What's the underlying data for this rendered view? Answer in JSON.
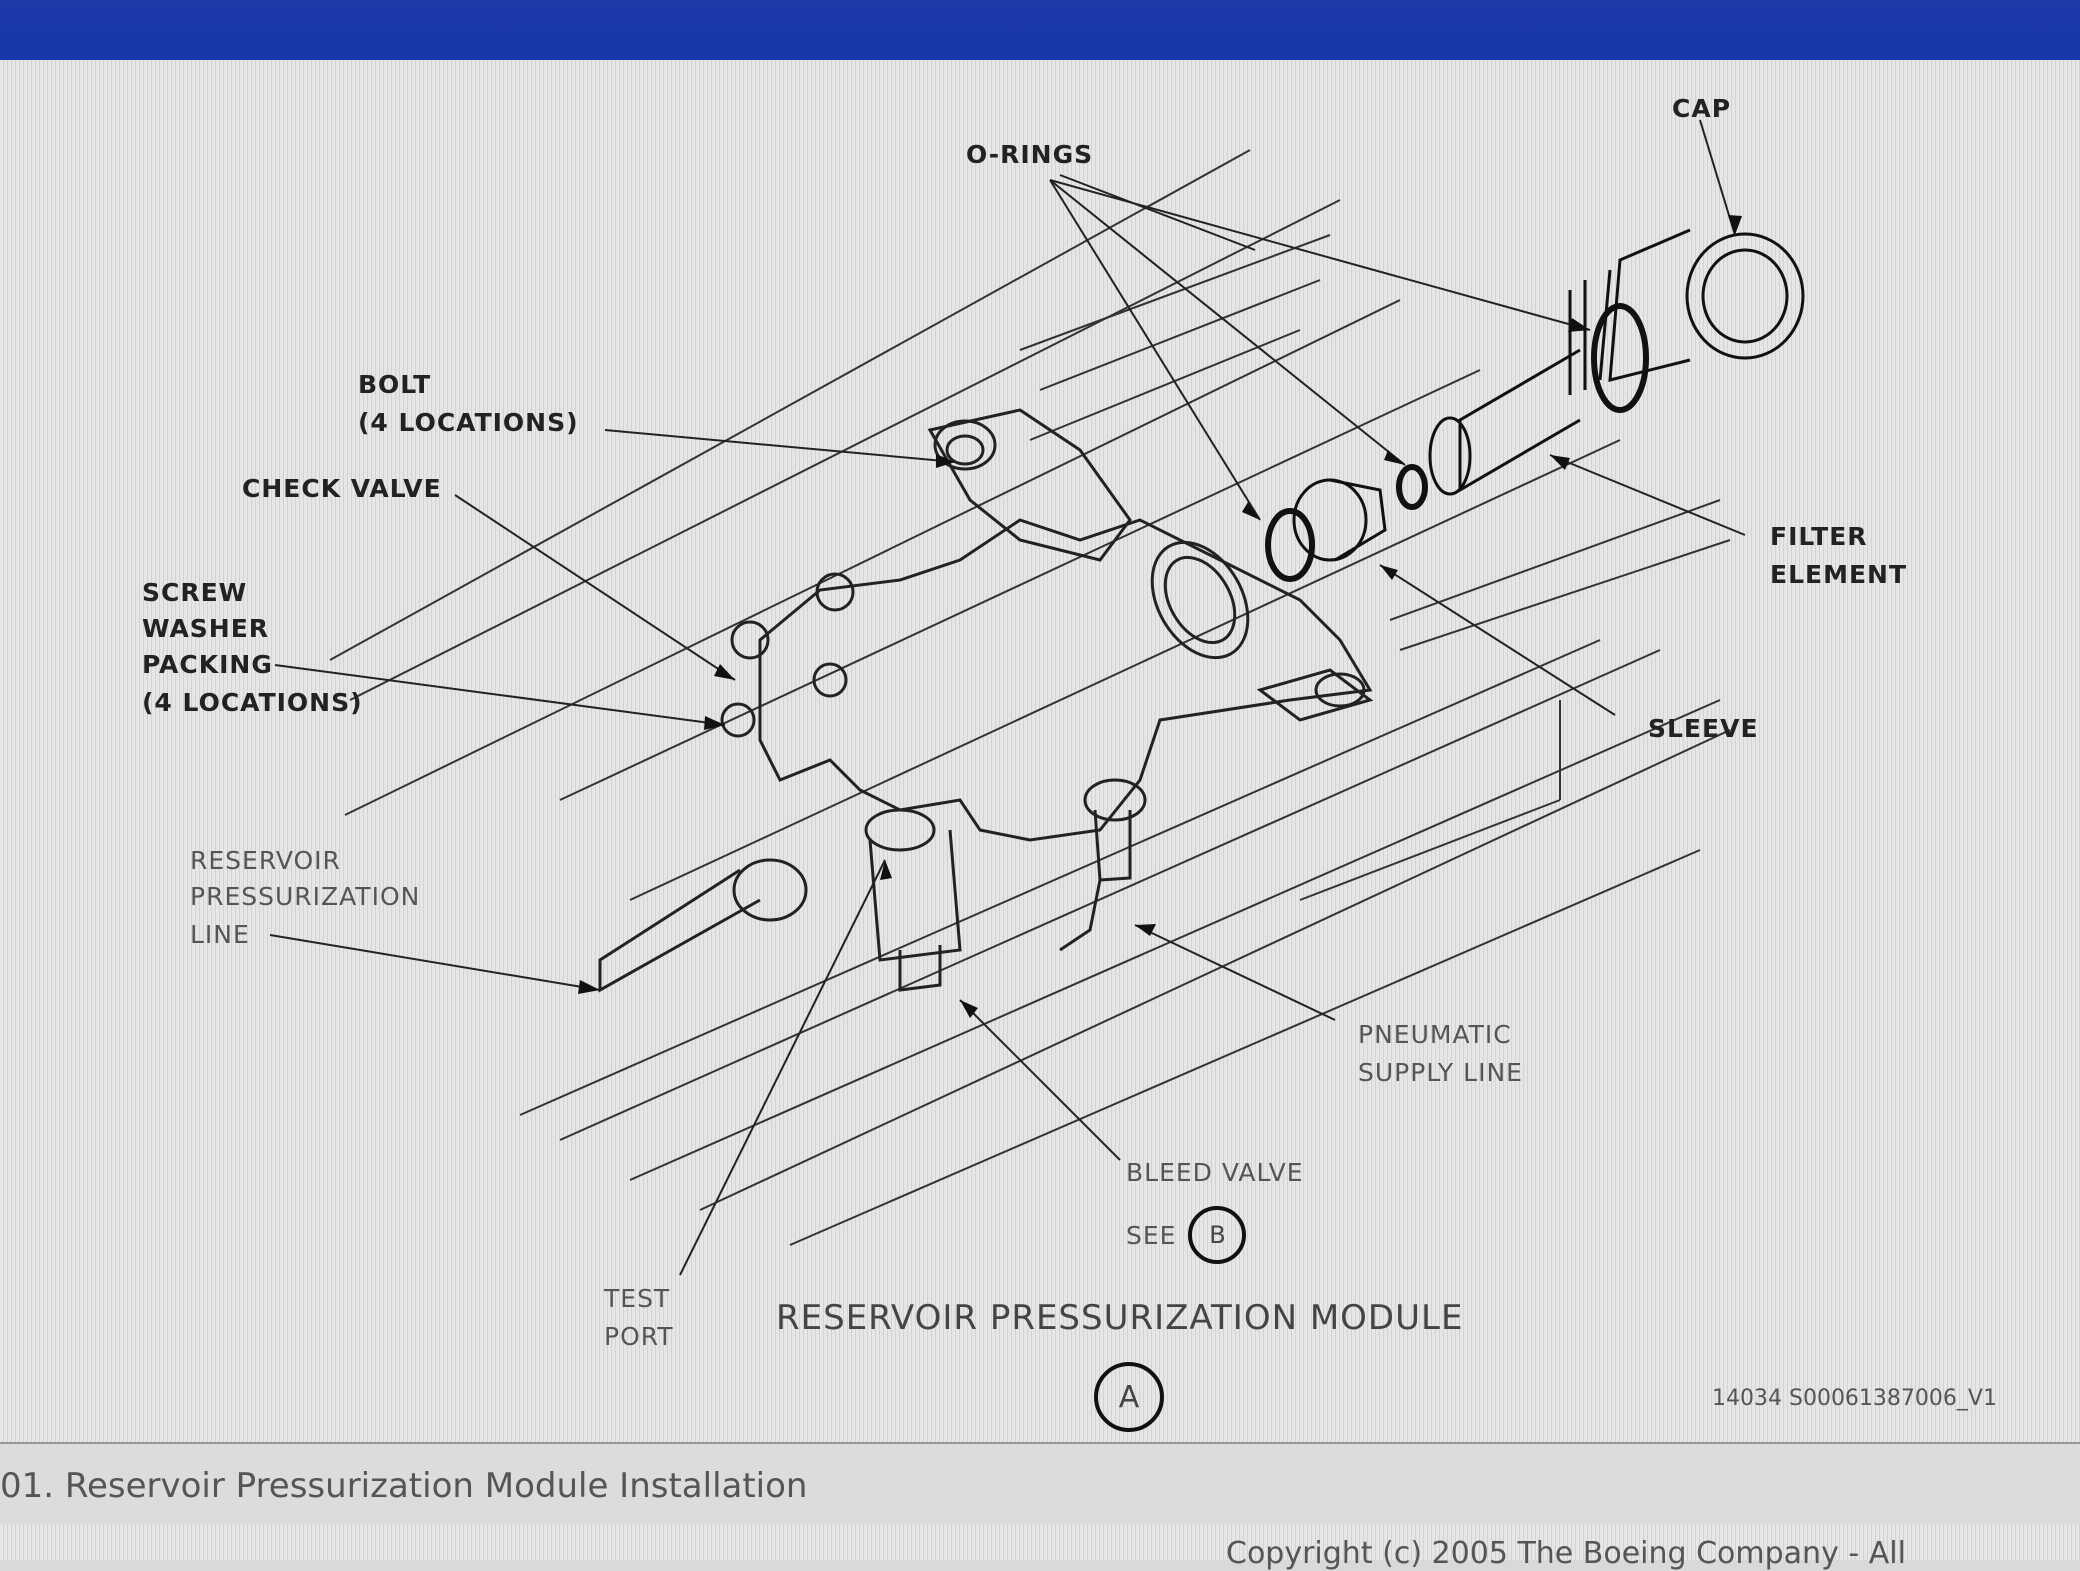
{
  "figure": {
    "title": "RESERVOIR PRESSURIZATION MODULE",
    "view_letter": "A",
    "see_text": "SEE",
    "see_letter": "B",
    "figure_id": "14034 S00061387006_V1",
    "caption": "01. Reservoir Pressurization Module Installation",
    "copyright": "Copyright (c) 2005 The Boeing Company - All"
  },
  "labels": {
    "cap": "CAP",
    "o_rings": "O-RINGS",
    "bolt": "BOLT",
    "bolt_loc": "(4 LOCATIONS)",
    "check_valve": "CHECK VALVE",
    "screw": "SCREW",
    "washer": "WASHER",
    "packing": "PACKING",
    "packing_loc": "(4 LOCATIONS)",
    "filter": "FILTER",
    "element": "ELEMENT",
    "sleeve": "SLEEVE",
    "reservoir": "RESERVOIR",
    "pressurization": "PRESSURIZATION",
    "line": "LINE",
    "pneumatic": "PNEUMATIC",
    "supply_line": "SUPPLY LINE",
    "bleed_valve": "BLEED VALVE",
    "test": "TEST",
    "port": "PORT"
  }
}
